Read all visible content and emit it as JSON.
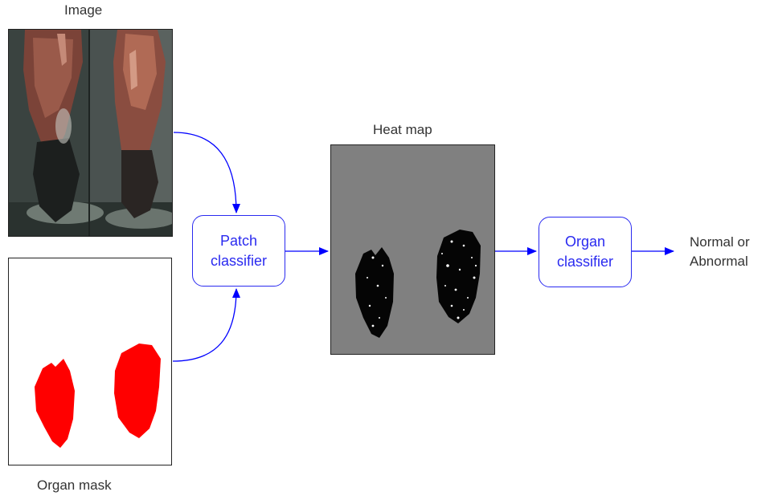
{
  "labels": {
    "image": "Image",
    "organ_mask": "Organ mask",
    "heat_map": "Heat map",
    "output_line1": "Normal or",
    "output_line2": "Abnormal"
  },
  "boxes": {
    "patch_classifier": {
      "line1": "Patch",
      "line2": "classifier"
    },
    "organ_classifier": {
      "line1": "Organ",
      "line2": "classifier"
    }
  },
  "colors": {
    "arrow": "#0000ff",
    "box_text": "#2a2af0",
    "mask_fill": "#ff0000",
    "heatmap_bg": "#808080"
  }
}
